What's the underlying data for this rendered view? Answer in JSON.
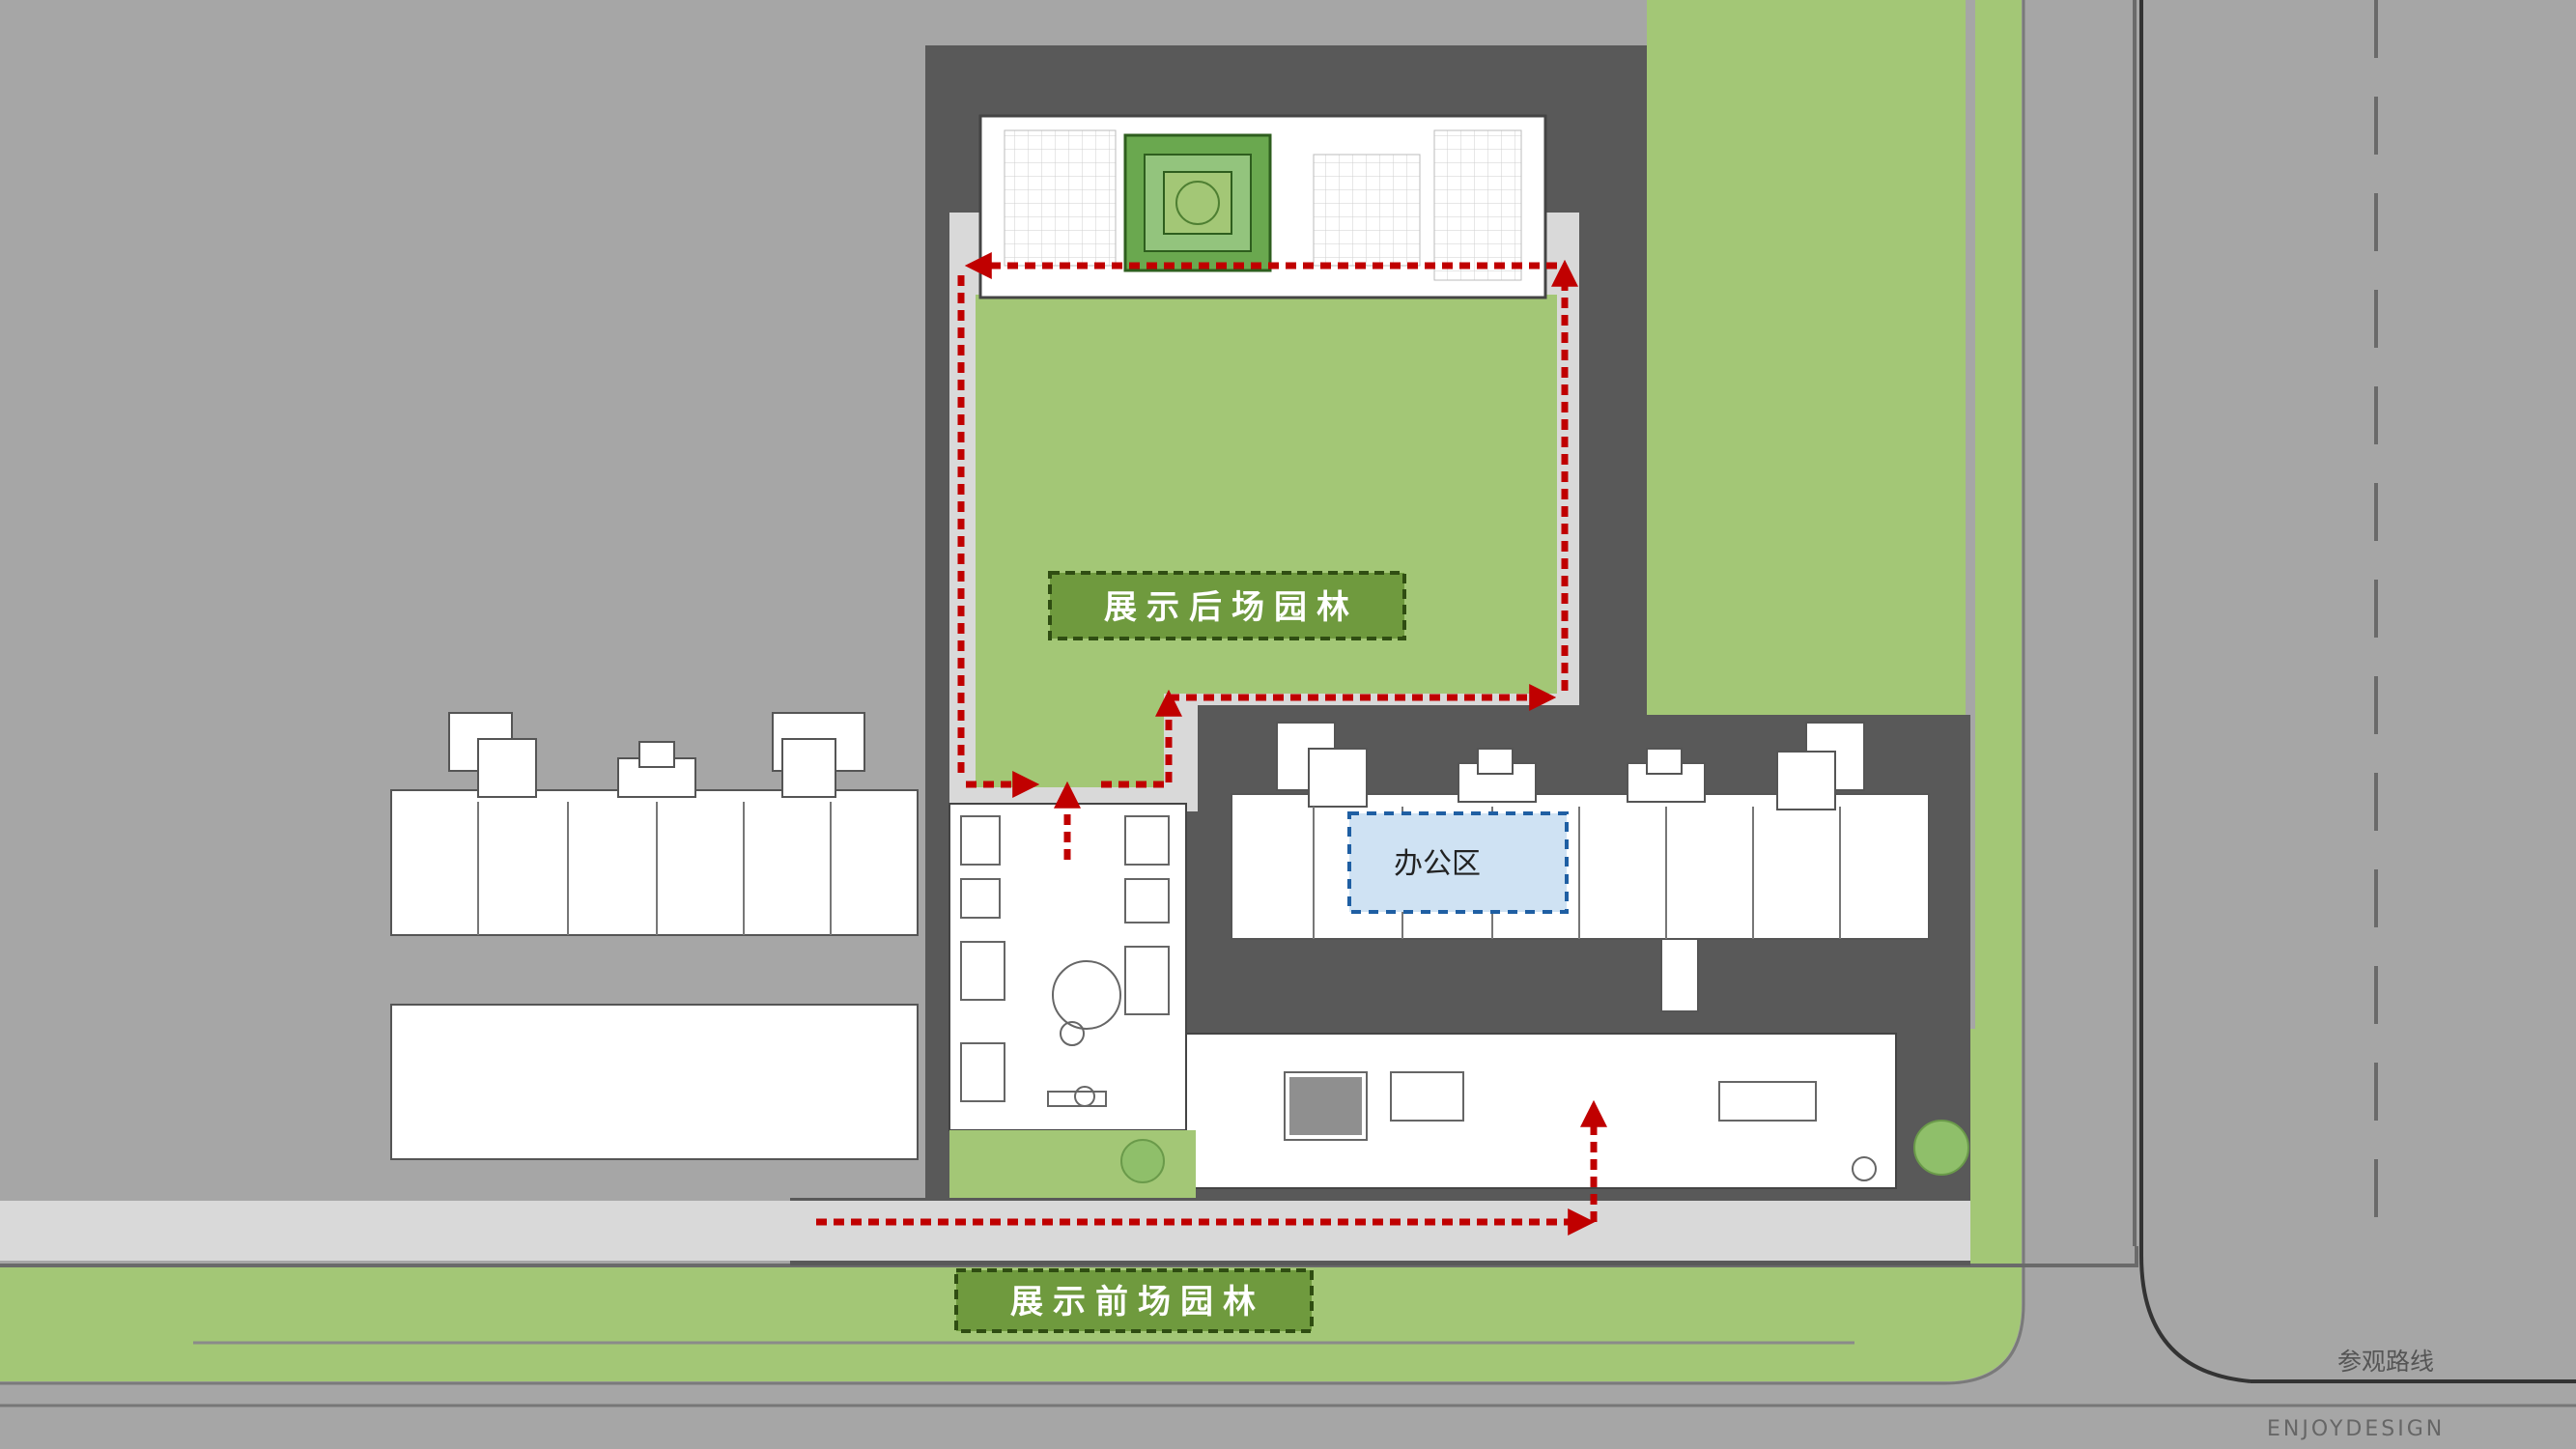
{
  "labels": {
    "back_garden": "展示后场园林",
    "front_garden": "展示前场园林",
    "office": "办公区"
  },
  "caption": "参观路线",
  "brand": "ENJOYDESIGN",
  "colors": {
    "background": "#a6a6a6",
    "lawn": "#a3c776",
    "garden_label_fill": "#6f9a3e",
    "dark_site": "#595959",
    "building": "#ffffff",
    "office_fill": "#cfe2f3",
    "route": "#c00000"
  }
}
